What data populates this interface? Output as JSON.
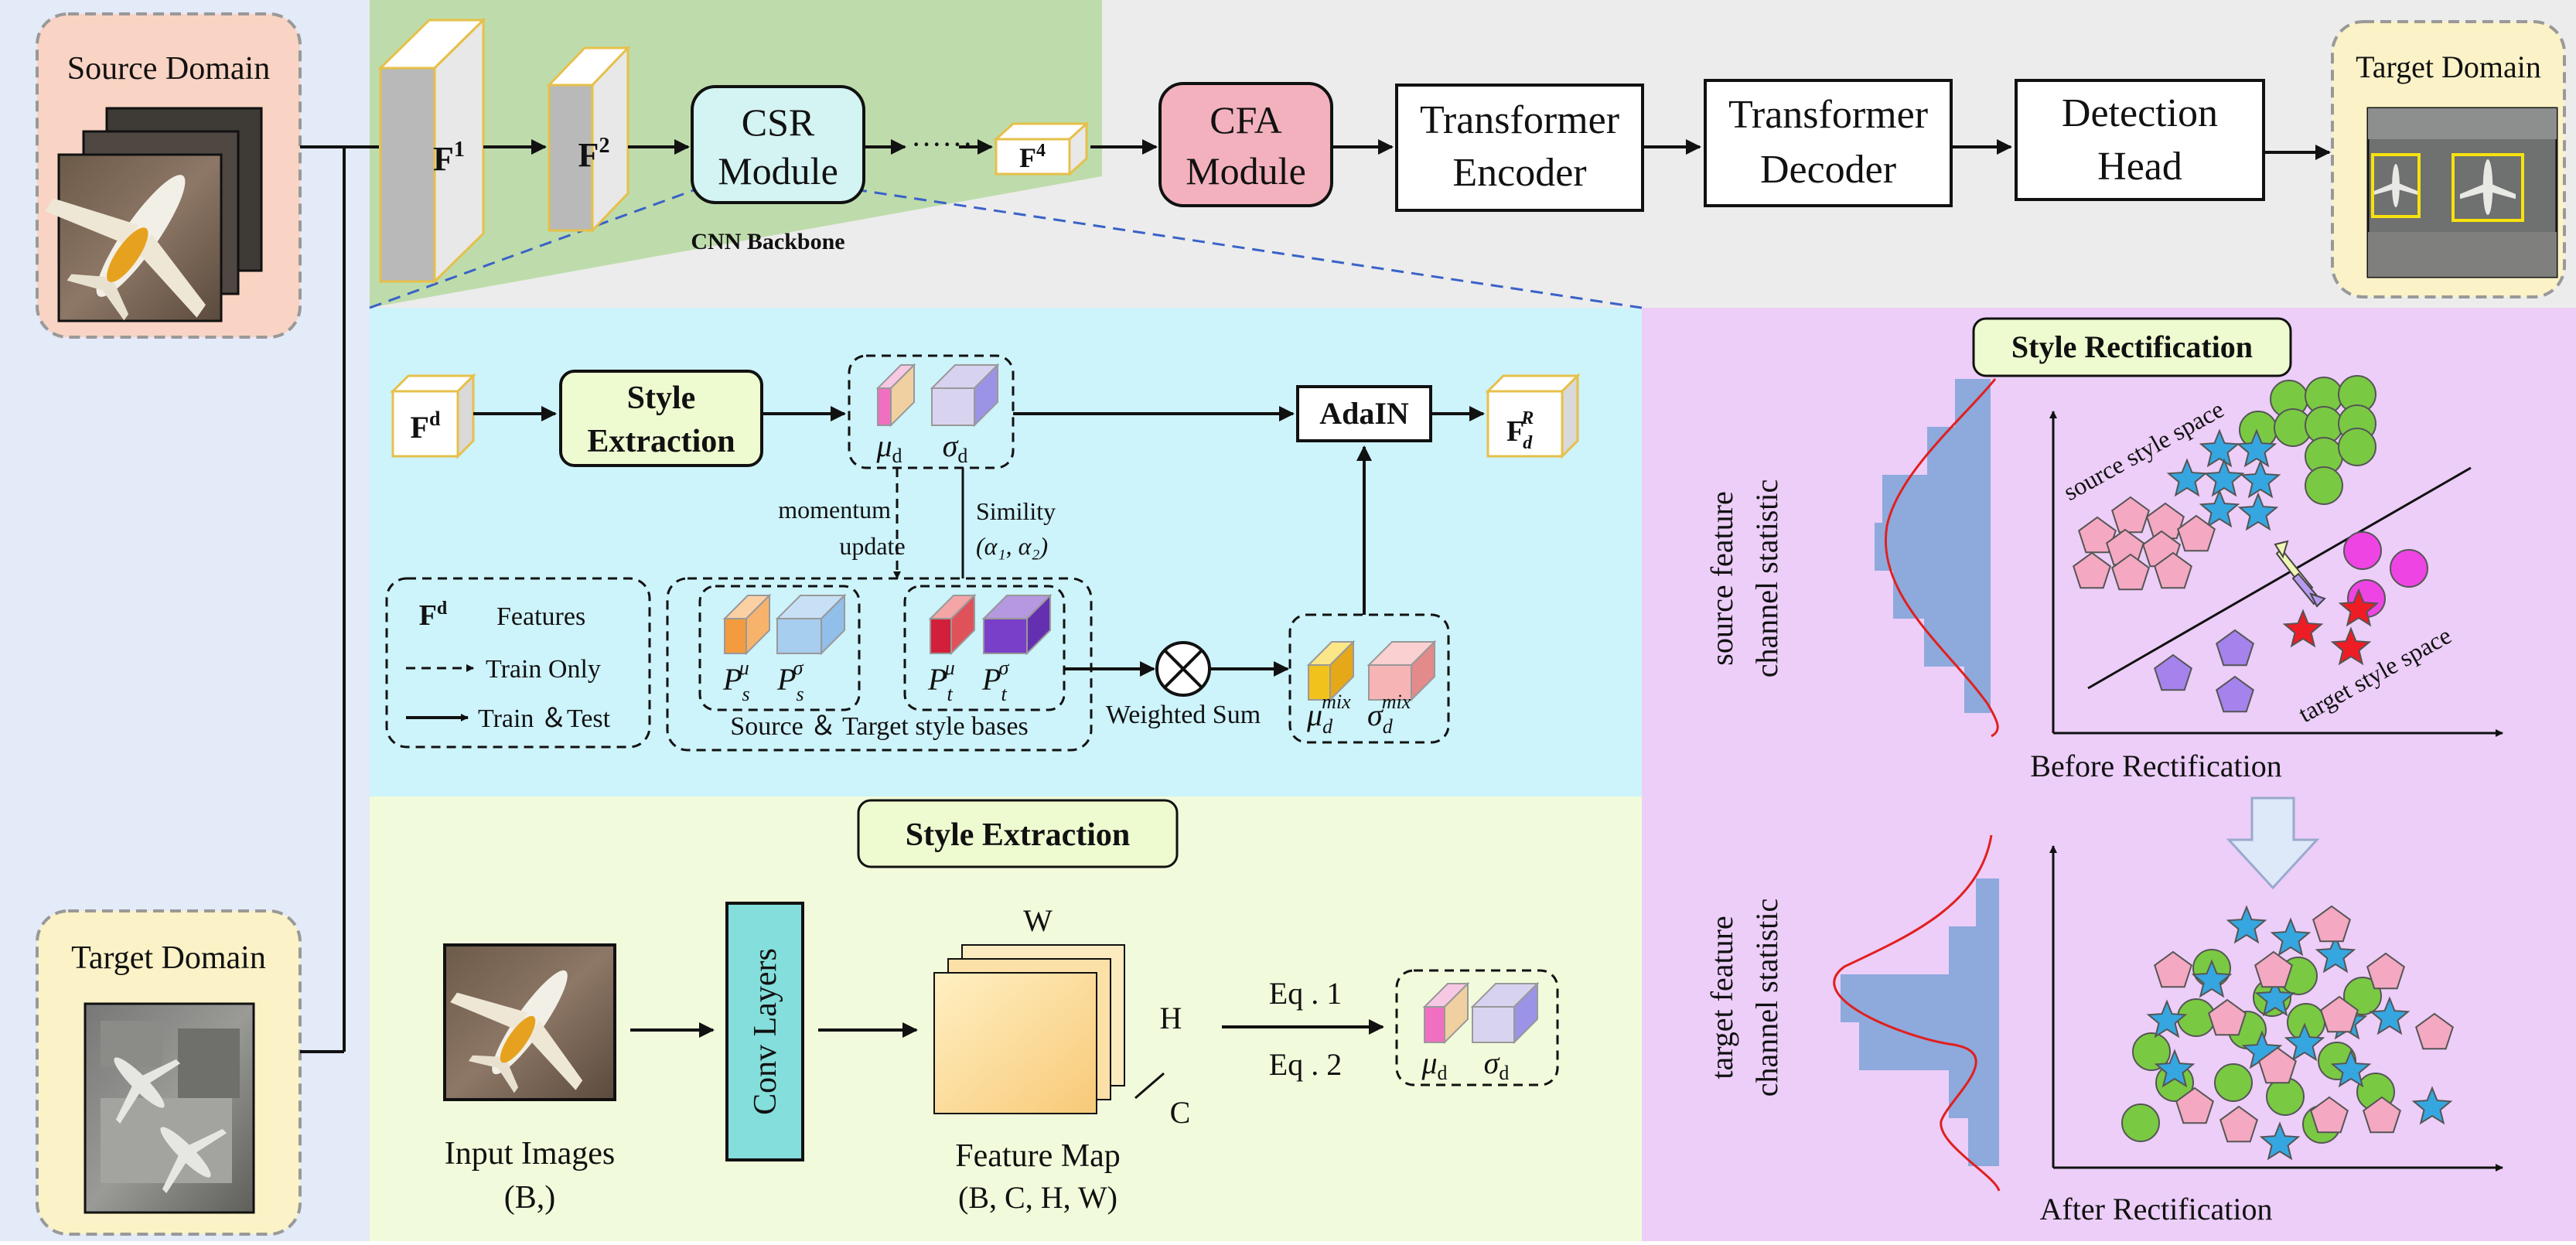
{
  "domains": {
    "source": "Source Domain",
    "target": "Target Domain",
    "output": "Target Domain"
  },
  "pipeline": {
    "f1": "F",
    "f1_sup": "1",
    "f2": "F",
    "f2_sup": "2",
    "f4": "F",
    "f4_sup": "4",
    "csr_line1": "CSR",
    "csr_line2": "Module",
    "dots": "······",
    "cnn_backbone": "CNN Backbone",
    "cfa_line1": "CFA",
    "cfa_line2": "Module",
    "encoder_line1": "Transformer",
    "encoder_line2": "Encoder",
    "decoder_line1": "Transformer",
    "decoder_line2": "Decoder",
    "head_line1": "Detection",
    "head_line2": "Head"
  },
  "csr": {
    "fd": "F",
    "fd_sup": "d",
    "style_extraction_line1": "Style",
    "style_extraction_line2": "Extraction",
    "mu_d": "μ",
    "mu_d_sub": "d",
    "sigma_d": "σ",
    "sigma_d_sub": "d",
    "adain": "AdaIN",
    "fdr": "F",
    "fdr_sub": "d",
    "fdr_sup": "R",
    "momentum_line1": "momentum",
    "momentum_line2": "update",
    "similarity_line1": "Simility",
    "similarity_line2": "(α₁, α₂)",
    "p_s_mu": "P",
    "p_s_mu_sub": "s",
    "p_s_mu_sup": "μ",
    "p_s_sigma": "P",
    "p_s_sigma_sub": "s",
    "p_s_sigma_sup": "σ",
    "p_t_mu": "P",
    "p_t_mu_sub": "t",
    "p_t_mu_sup": "μ",
    "p_t_sigma": "P",
    "p_t_sigma_sub": "t",
    "p_t_sigma_sup": "σ",
    "bases_caption": "Source ＆ Target style bases",
    "weighted_sum": "Weighted Sum",
    "mu_mix": "μ",
    "mu_mix_sub": "d",
    "mu_mix_sup": "mix",
    "sigma_mix": "σ",
    "sigma_mix_sub": "d",
    "sigma_mix_sup": "mix"
  },
  "legend": {
    "fd": "F",
    "fd_sup": "d",
    "features": "Features",
    "train_only": "Train Only",
    "train_test": "Train ＆Test"
  },
  "style_extraction": {
    "title": "Style Extraction",
    "input_caption_line1": "Input Images",
    "input_caption_line2": "(B,)",
    "conv_layers": "Conv Layers",
    "w": "W",
    "h": "H",
    "c": "C",
    "fmap_caption_line1": "Feature Map",
    "fmap_caption_line2": "(B, C, H, W)",
    "eq1": "Eq . 1",
    "eq2": "Eq . 2",
    "mu_d": "μ",
    "mu_d_sub": "d",
    "sigma_d": "σ",
    "sigma_d_sub": "d"
  },
  "rectification": {
    "title": "Style Rectification",
    "source_ylabel_line1": "source feature",
    "source_ylabel_line2": "channel statistic",
    "target_ylabel_line1": "target feature",
    "target_ylabel_line2": "channel statistic",
    "source_space": "source style space",
    "target_space": "target style space",
    "before": "Before Rectification",
    "after": "After Rectification"
  },
  "colors": {
    "source_bg": "#f9d3c3",
    "target_bg": "#fbf2c7",
    "left_strip": "#e3eaf8",
    "top_band": "#ececec",
    "backbone_green": "#bedcab",
    "csr_fill": "#d4f3f3",
    "cfa_fill": "#f2b1bd",
    "csr_panel": "#cdf3fb",
    "extraction_panel": "#f1fbdb",
    "rect_panel": "#eccef8",
    "style_box": "#eefbd0",
    "conv_fill": "#84dedb",
    "hist_blue": "#8ea9dc",
    "curve_red": "#e0201e",
    "star_blue": "#36a6e0",
    "green_circle": "#7ac943",
    "pink_pentagon": "#f4a8c2",
    "magenta_circle": "#ee44e4",
    "purple_pentagon": "#a582ec",
    "red_star": "#ee1c24"
  }
}
